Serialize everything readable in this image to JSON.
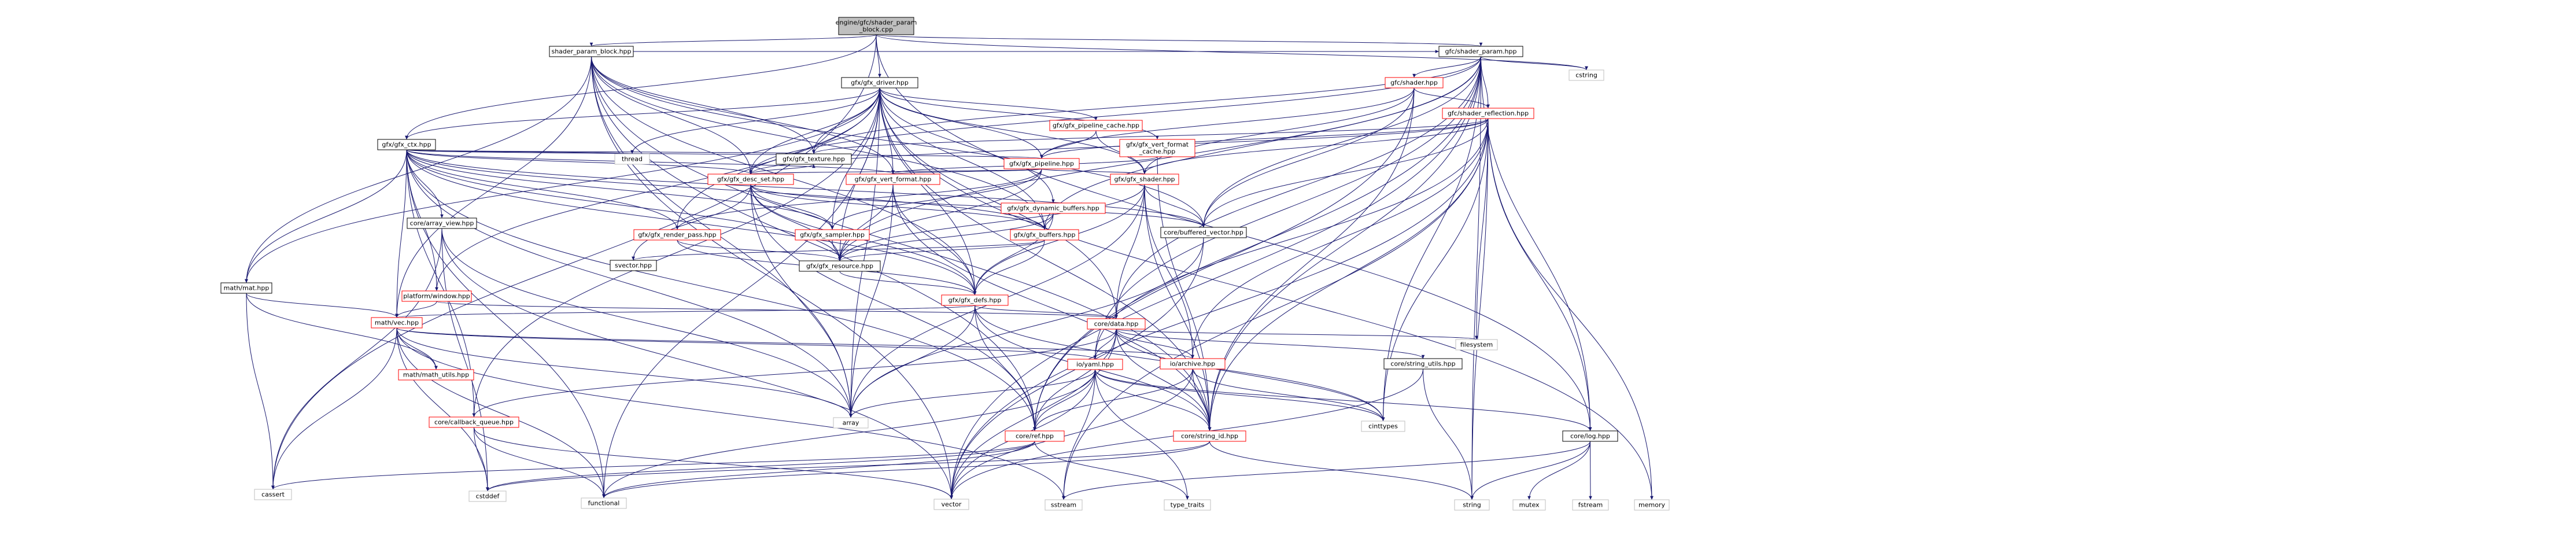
{
  "diagram": {
    "nodes": [
      {
        "id": "root",
        "label": [
          "engine/gfc/shader_param",
          "_block.cpp"
        ],
        "kind": "root"
      },
      {
        "id": "spb",
        "label": [
          "shader_param_block.hpp"
        ],
        "kind": "plain"
      },
      {
        "id": "gsp",
        "label": [
          "gfc/shader_param.hpp"
        ],
        "kind": "plain"
      },
      {
        "id": "cstring",
        "label": [
          "cstring"
        ],
        "kind": "system"
      },
      {
        "id": "gfxdriver",
        "label": [
          "gfx/gfx_driver.hpp"
        ],
        "kind": "plain"
      },
      {
        "id": "gfcshader",
        "label": [
          "gfc/shader.hpp"
        ],
        "kind": "red"
      },
      {
        "id": "shrefl",
        "label": [
          "gfc/shader_reflection.hpp"
        ],
        "kind": "red"
      },
      {
        "id": "gfxctx",
        "label": [
          "gfx/gfx_ctx.hpp"
        ],
        "kind": "plain"
      },
      {
        "id": "pcache",
        "label": [
          "gfx/gfx_pipeline_cache.hpp"
        ],
        "kind": "red"
      },
      {
        "id": "vfcache",
        "label": [
          "gfx/gfx_vert_format",
          "_cache.hpp"
        ],
        "kind": "red"
      },
      {
        "id": "thread",
        "label": [
          "thread"
        ],
        "kind": "system"
      },
      {
        "id": "texture",
        "label": [
          "gfx/gfx_texture.hpp"
        ],
        "kind": "plain"
      },
      {
        "id": "pipeline",
        "label": [
          "gfx/gfx_pipeline.hpp"
        ],
        "kind": "red"
      },
      {
        "id": "descset",
        "label": [
          "gfx/gfx_desc_set.hpp"
        ],
        "kind": "red"
      },
      {
        "id": "vertfmt",
        "label": [
          "gfx/gfx_vert_format.hpp"
        ],
        "kind": "red"
      },
      {
        "id": "gfxshader",
        "label": [
          "gfx/gfx_shader.hpp"
        ],
        "kind": "red"
      },
      {
        "id": "dynbuf",
        "label": [
          "gfx/gfx_dynamic_buffers.hpp"
        ],
        "kind": "red"
      },
      {
        "id": "arrayview",
        "label": [
          "core/array_view.hpp"
        ],
        "kind": "plain"
      },
      {
        "id": "renderpass",
        "label": [
          "gfx/gfx_render_pass.hpp"
        ],
        "kind": "red"
      },
      {
        "id": "sampler",
        "label": [
          "gfx/gfx_sampler.hpp"
        ],
        "kind": "red"
      },
      {
        "id": "buffers",
        "label": [
          "gfx/gfx_buffers.hpp"
        ],
        "kind": "red"
      },
      {
        "id": "bufvec",
        "label": [
          "core/buffered_vector.hpp"
        ],
        "kind": "plain"
      },
      {
        "id": "svector",
        "label": [
          "svector.hpp"
        ],
        "kind": "plain"
      },
      {
        "id": "resource",
        "label": [
          "gfx/gfx_resource.hpp"
        ],
        "kind": "plain"
      },
      {
        "id": "mathmat",
        "label": [
          "math/mat.hpp"
        ],
        "kind": "plain"
      },
      {
        "id": "window",
        "label": [
          "platform/window.hpp"
        ],
        "kind": "red"
      },
      {
        "id": "gfxdefs",
        "label": [
          "gfx/gfx_defs.hpp"
        ],
        "kind": "red"
      },
      {
        "id": "mathvec",
        "label": [
          "math/vec.hpp"
        ],
        "kind": "red"
      },
      {
        "id": "coredata",
        "label": [
          "core/data.hpp"
        ],
        "kind": "red"
      },
      {
        "id": "mathutils",
        "label": [
          "math/math_utils.hpp"
        ],
        "kind": "red"
      },
      {
        "id": "yaml",
        "label": [
          "io/yaml.hpp"
        ],
        "kind": "red"
      },
      {
        "id": "archive",
        "label": [
          "io/archive.hpp"
        ],
        "kind": "red"
      },
      {
        "id": "strutils",
        "label": [
          "core/string_utils.hpp"
        ],
        "kind": "plain"
      },
      {
        "id": "filesystem",
        "label": [
          "filesystem"
        ],
        "kind": "system"
      },
      {
        "id": "cbqueue",
        "label": [
          "core/callback_queue.hpp"
        ],
        "kind": "red"
      },
      {
        "id": "array",
        "label": [
          "array"
        ],
        "kind": "system"
      },
      {
        "id": "ref",
        "label": [
          "core/ref.hpp"
        ],
        "kind": "red"
      },
      {
        "id": "strid",
        "label": [
          "core/string_id.hpp"
        ],
        "kind": "red"
      },
      {
        "id": "cinttypes",
        "label": [
          "cinttypes"
        ],
        "kind": "system"
      },
      {
        "id": "log",
        "label": [
          "core/log.hpp"
        ],
        "kind": "plain"
      },
      {
        "id": "cassert",
        "label": [
          "cassert"
        ],
        "kind": "system"
      },
      {
        "id": "cstddef",
        "label": [
          "cstddef"
        ],
        "kind": "system"
      },
      {
        "id": "functional",
        "label": [
          "functional"
        ],
        "kind": "system"
      },
      {
        "id": "vector",
        "label": [
          "vector"
        ],
        "kind": "system"
      },
      {
        "id": "sstream",
        "label": [
          "sstream"
        ],
        "kind": "system"
      },
      {
        "id": "typetraits",
        "label": [
          "type_traits"
        ],
        "kind": "system"
      },
      {
        "id": "string",
        "label": [
          "string"
        ],
        "kind": "system"
      },
      {
        "id": "mutex",
        "label": [
          "mutex"
        ],
        "kind": "system"
      },
      {
        "id": "fstream",
        "label": [
          "fstream"
        ],
        "kind": "system"
      },
      {
        "id": "memory",
        "label": [
          "memory"
        ],
        "kind": "system"
      }
    ],
    "colors": {
      "root_fill": "#bfbfbf",
      "node_fill": "#ffffff",
      "node_border": "#000000",
      "red_border": "#ff0000",
      "system_border": "#bfbfbf",
      "edge": "#191970"
    }
  }
}
